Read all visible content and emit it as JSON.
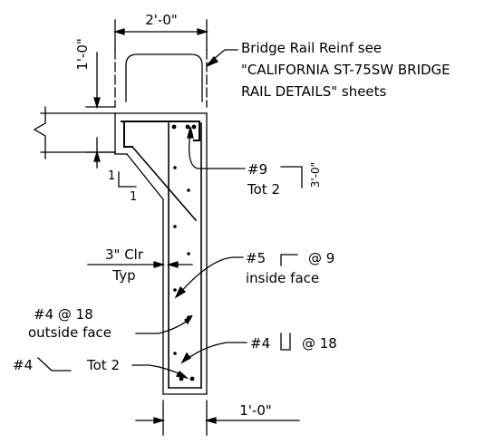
{
  "dimensions": {
    "top_width": "2'-0\"",
    "rail_height": "1'-0\"",
    "bottom_width": "1'-0\"",
    "rebar_9_len": "3'-0\""
  },
  "slope": {
    "rise": "1",
    "run": "1"
  },
  "notes": {
    "bridge_rail": {
      "line1": "Bridge Rail Reinf see",
      "line2": "\"CALIFORNIA ST-75SW BRIDGE",
      "line3": "RAIL DETAILS\" sheets"
    },
    "rebar9": {
      "label": "#9",
      "count": "Tot 2"
    },
    "clear": {
      "label": "3\" Clr",
      "sub": "Typ"
    },
    "rebar5": {
      "label": "#5",
      "spacing": "@ 9",
      "location": "inside face"
    },
    "rebar4_outside": {
      "label": "#4 @ 18",
      "location": "outside face"
    },
    "rebar4_stirrup": {
      "label": "#4",
      "spacing": "@ 18"
    },
    "rebar4_bottom": {
      "label": "#4",
      "count": "Tot 2"
    }
  }
}
